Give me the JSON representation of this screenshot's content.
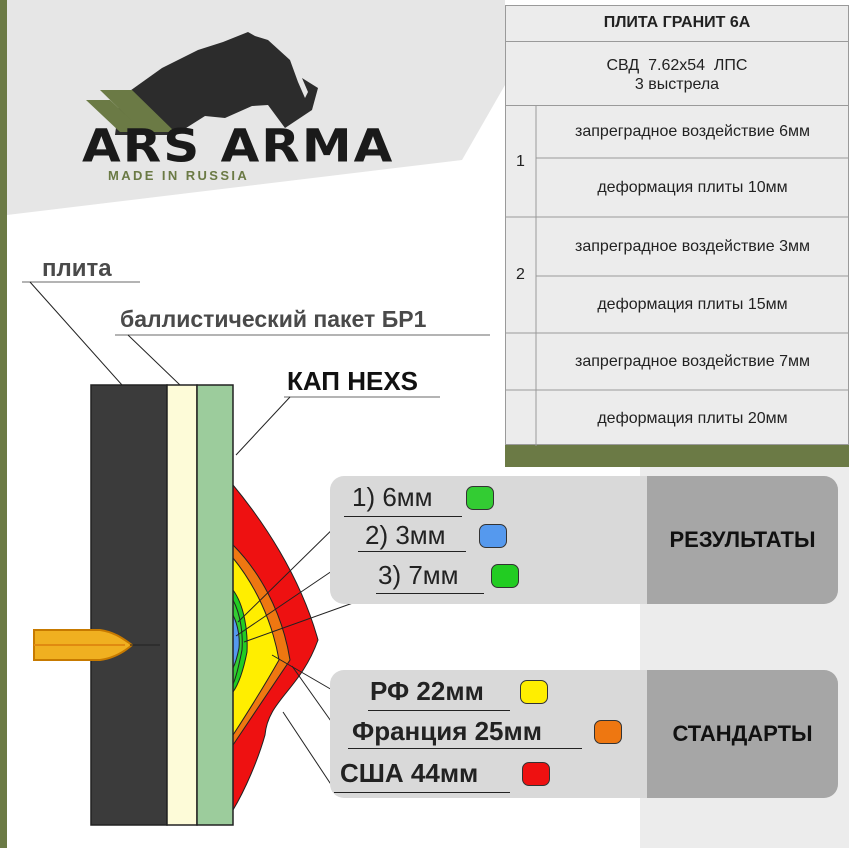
{
  "brand": {
    "name": "ARS ARMA",
    "tagline": "MADE IN RUSSIA"
  },
  "diagram": {
    "label_plate": "плита",
    "label_package": "баллистический пакет БР1",
    "label_kap": "КАП HEXS"
  },
  "table": {
    "title": "ПЛИТА ГРАНИТ 6А",
    "subtitle_line1": "СВД  7.62x54  ЛПС",
    "subtitle_line2": "3 выстрела",
    "shots": [
      {
        "number": "1",
        "impact": "запреградное воздействие 6мм",
        "deformation": "деформация плиты 10мм"
      },
      {
        "number": "2",
        "impact": "запреградное воздействие 3мм",
        "deformation": "деформация плиты 15мм"
      },
      {
        "number": "",
        "impact": "запреградное воздействие 7мм",
        "deformation": "деформация плиты 20мм"
      }
    ]
  },
  "results": {
    "title": "РЕЗУЛЬТАТЫ",
    "items": [
      {
        "label": "1) 6мм",
        "color": "#33cc33"
      },
      {
        "label": "2) 3мм",
        "color": "#5599ee"
      },
      {
        "label": "3) 7мм",
        "color": "#22cc22"
      }
    ]
  },
  "standards": {
    "title": "СТАНДАРТЫ",
    "items": [
      {
        "label": "РФ 22мм",
        "color": "#ffee00"
      },
      {
        "label": "Франция 25мм",
        "color": "#ee7711"
      },
      {
        "label": "США 44мм",
        "color": "#ee1111"
      }
    ]
  },
  "colors": {
    "olive": "#6b7a45",
    "plate": "#3b3b3b",
    "package": "#fdfbd8",
    "kap": "#9ccc9c",
    "bullet": "#f0b020"
  }
}
